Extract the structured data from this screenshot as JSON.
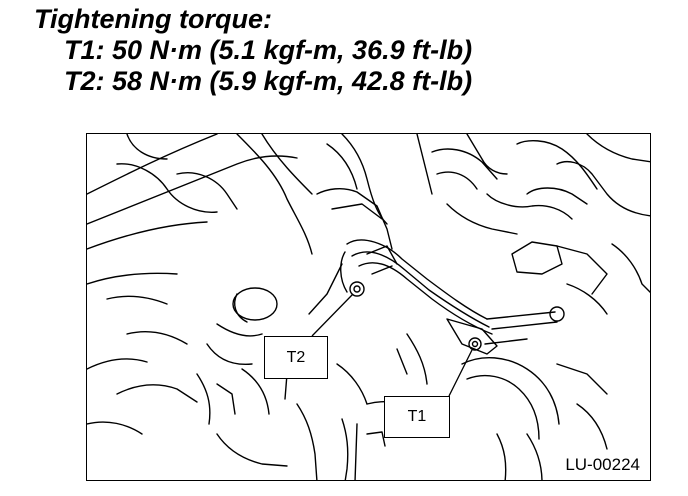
{
  "spec": {
    "title": "Tightening torque:",
    "lines": [
      "T1: 50 N·m (5.1 kgf-m, 36.9 ft-lb)",
      "T2: 58 N·m (5.9 kgf-m, 42.8 ft-lb)"
    ]
  },
  "figure": {
    "callouts": {
      "t2": "T2",
      "t1": "T1"
    },
    "code": "LU-00224"
  }
}
